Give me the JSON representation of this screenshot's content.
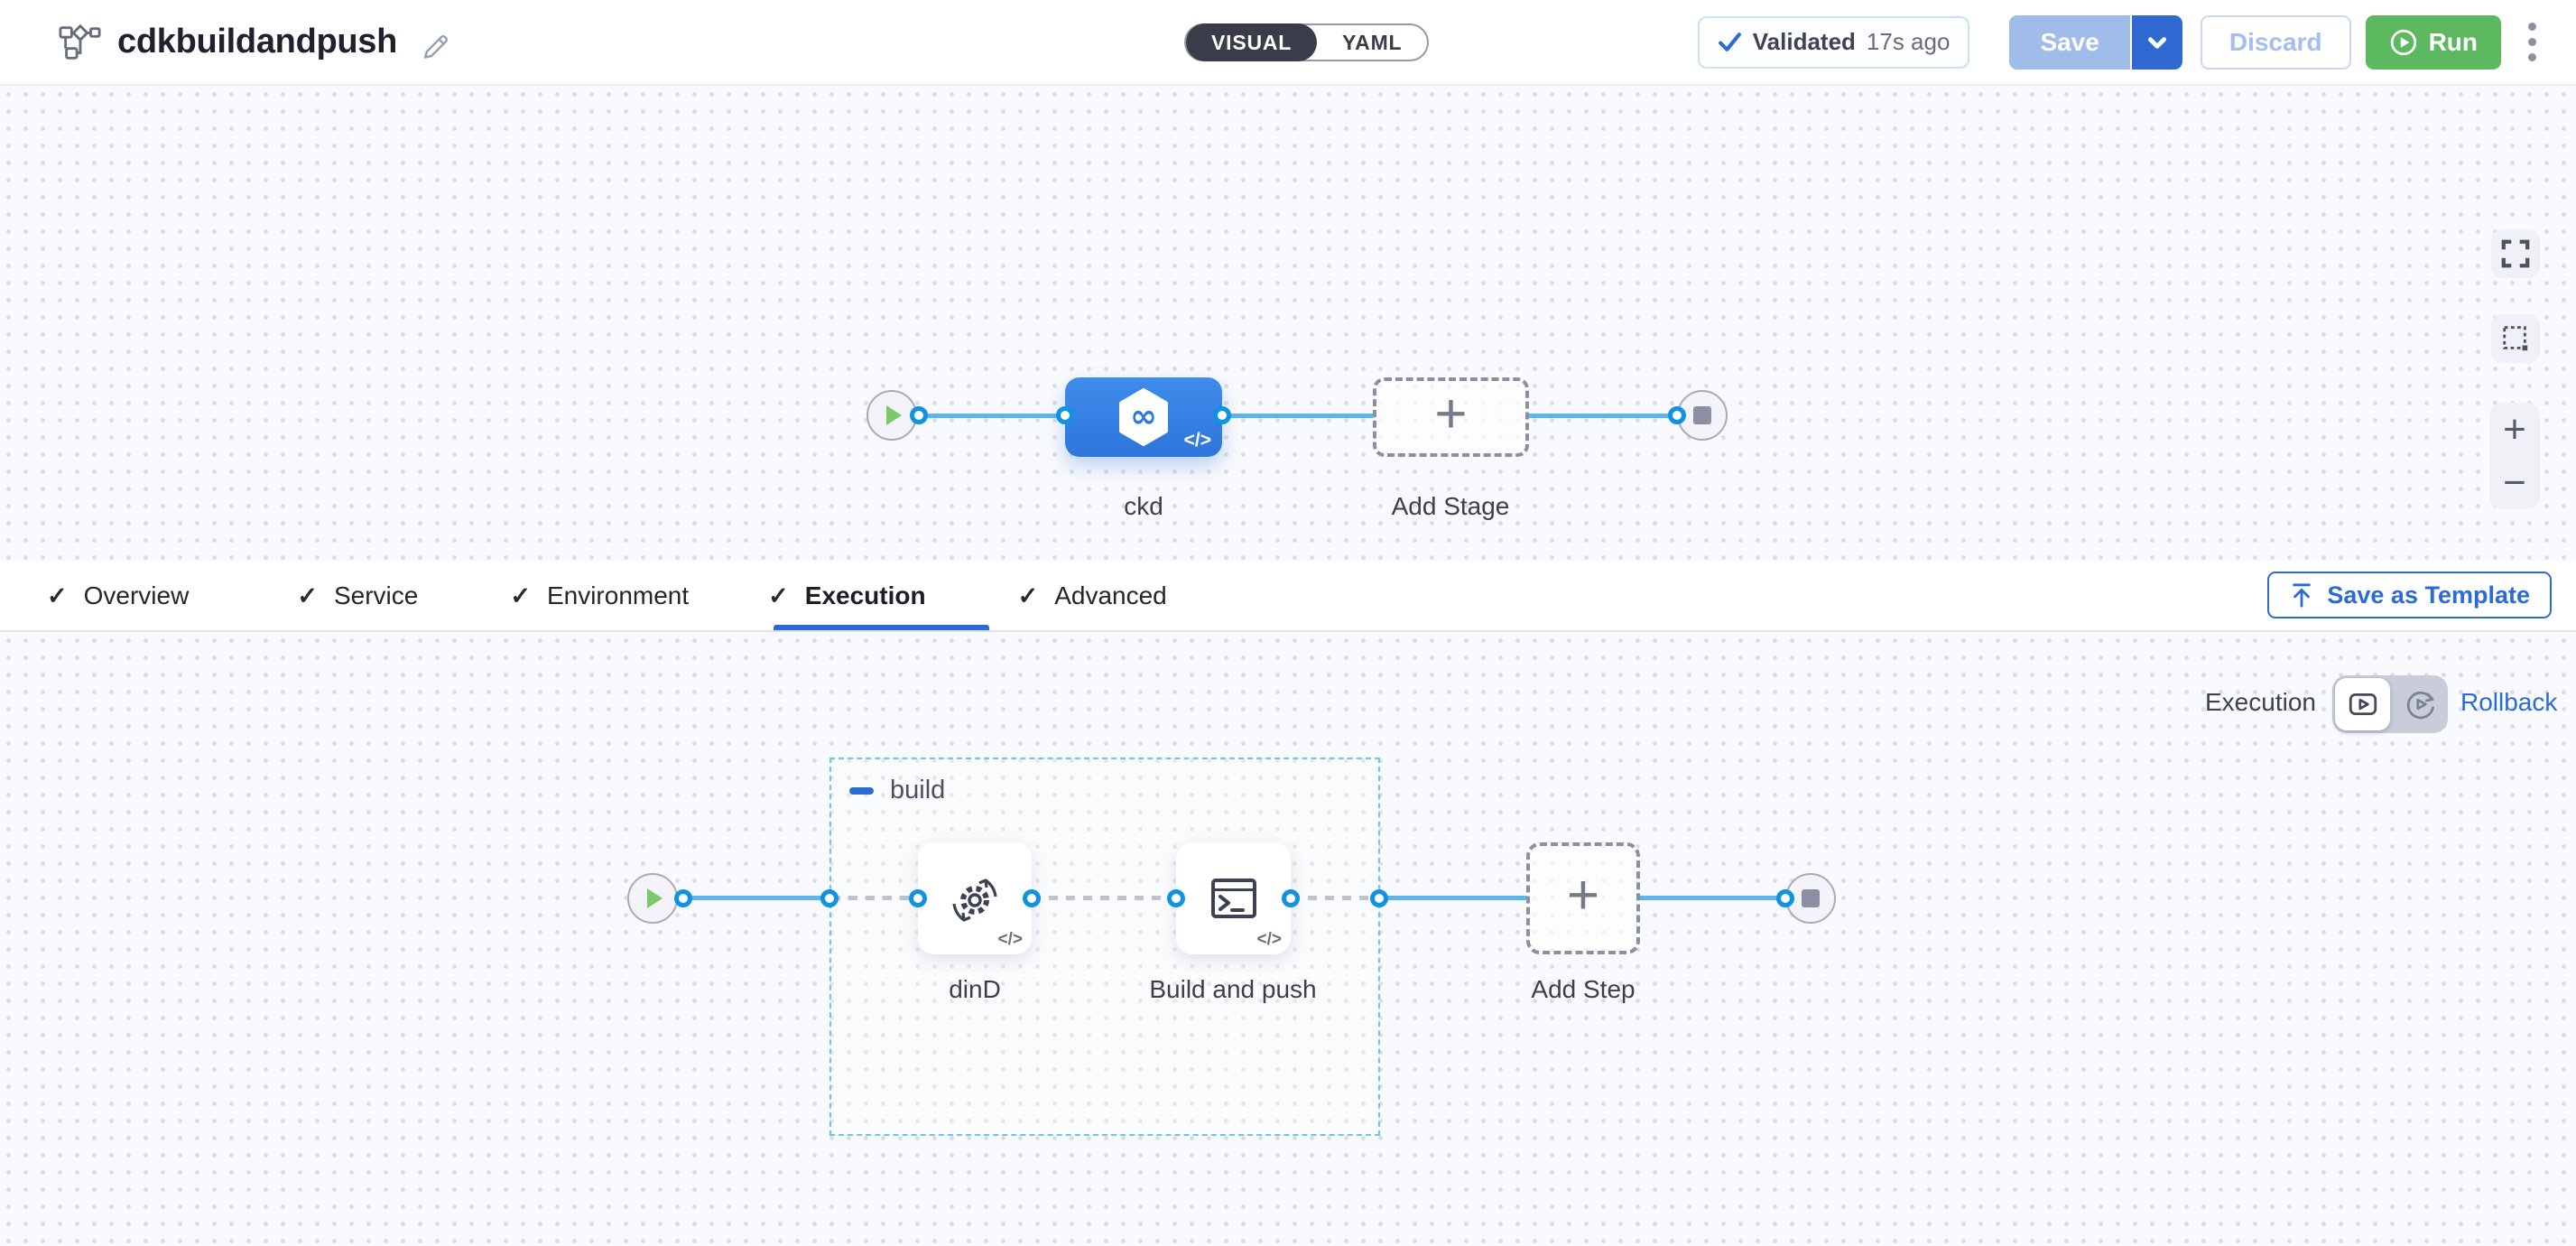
{
  "header": {
    "title": "cdkbuildandpush",
    "mode_toggle": {
      "visual_label": "VISUAL",
      "yaml_label": "YAML",
      "selected": "VISUAL"
    },
    "validation_badge": {
      "status": "Validated",
      "time_ago": "17s ago"
    },
    "buttons": {
      "save": "Save",
      "discard": "Discard",
      "run": "Run"
    }
  },
  "stage_canvas": {
    "stage_name": "ckd",
    "add_stage_label": "Add Stage"
  },
  "tabs": [
    {
      "label": "Overview",
      "checked": true,
      "active": false
    },
    {
      "label": "Service",
      "checked": true,
      "active": false
    },
    {
      "label": "Environment",
      "checked": true,
      "active": false
    },
    {
      "label": "Execution",
      "checked": true,
      "active": true
    },
    {
      "label": "Advanced",
      "checked": true,
      "active": false
    }
  ],
  "toolbar": {
    "save_as_template": "Save as Template"
  },
  "execution_panel": {
    "view_label": "Execution",
    "rollback_label": "Rollback",
    "group_label": "build",
    "steps": [
      {
        "name": "dinD"
      },
      {
        "name": "Build and push"
      }
    ],
    "add_step_label": "Add Step"
  },
  "glyphs": {
    "check": "✓",
    "code": "</>",
    "plus": "+",
    "infinity": "∞",
    "zoom_in": "+",
    "zoom_out": "−"
  },
  "colors": {
    "accent_blue": "#2d6bd4",
    "port_blue": "#1192e3",
    "line_blue": "#5cb6ea",
    "stage_blue": "#2e75dc",
    "run_green": "#5cb95f",
    "save_disabled": "#a0bce9",
    "save_caret": "#3069d1",
    "group_dash": "#6ec3ef",
    "toggle_dark": "#3a3c49"
  }
}
